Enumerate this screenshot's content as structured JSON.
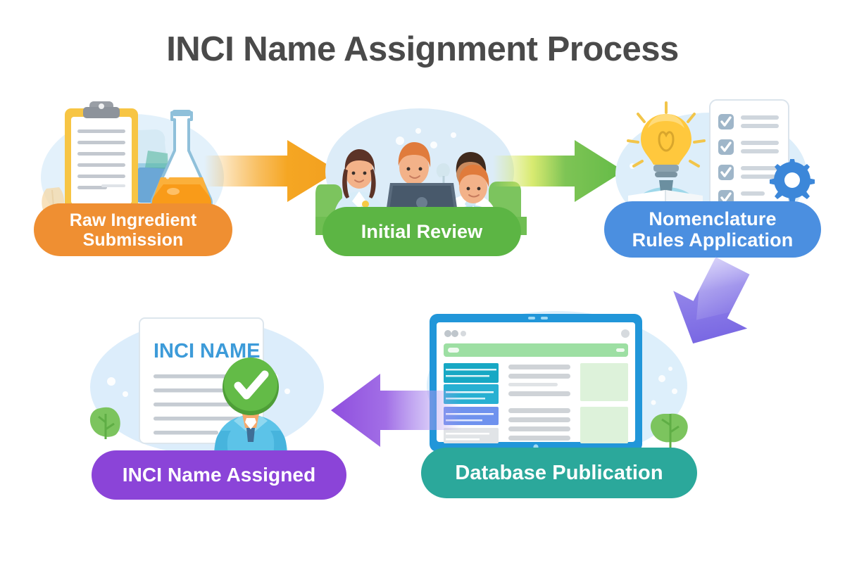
{
  "page": {
    "title": "INCI Name Assignment Process",
    "background": "#ffffff",
    "title_color": "#4a4a4a"
  },
  "steps": [
    {
      "id": "raw-ingredient-submission",
      "order": 1,
      "label": "Raw Ingredient Submission",
      "label_line1": "Raw Ingredient",
      "label_line2": "Submission",
      "color": "#ef8f32",
      "icon": "clipboard-and-flask-icon"
    },
    {
      "id": "initial-review",
      "order": 2,
      "label": "Initial Review",
      "color": "#5cb544",
      "icon": "team-meeting-laptop-icon"
    },
    {
      "id": "nomenclature-rules-application",
      "order": 3,
      "label": "Nomenclature Rules Application",
      "label_line1": "Nomenclature",
      "label_line2": "Rules Application",
      "color": "#4b8fe0",
      "icon": "lightbulb-checklist-gear-icon"
    },
    {
      "id": "database-publication",
      "order": 4,
      "label": "Database Publication",
      "color": "#2ba89b",
      "icon": "tablet-webpage-icon"
    },
    {
      "id": "inci-name-assigned",
      "order": 5,
      "label": "INCI Name Assigned",
      "color": "#8b44d8",
      "icon": "certificate-check-person-icon"
    }
  ],
  "connectors": [
    {
      "id": "arrow-1",
      "from": "raw-ingredient-submission",
      "to": "initial-review",
      "direction": "right",
      "color": "#f5a623"
    },
    {
      "id": "arrow-2",
      "from": "initial-review",
      "to": "nomenclature-rules-application",
      "direction": "right",
      "color": "#6cbe4c"
    },
    {
      "id": "arrow-3",
      "from": "nomenclature-rules-application",
      "to": "database-publication",
      "direction": "down-left",
      "color": "#7b68e8"
    },
    {
      "id": "arrow-4",
      "from": "database-publication",
      "to": "inci-name-assigned",
      "direction": "left",
      "color": "#9b5fe0"
    }
  ],
  "artwork": {
    "document_heading": "INCI NAME",
    "document_heading_color": "#3d9bd9",
    "checklist_item_count": 4,
    "clipboard_line_count": 6,
    "document_line_count": 5,
    "blob_color": "#dbeefb",
    "flask_liquid_color": "#f9a825",
    "bulb_color": "#ffc83d",
    "gear_color": "#3c87d9",
    "check_badge_color": "#63bb47",
    "tablet_frame_color": "#2196d9",
    "tablet_navbar_color": "#9ddfa3"
  }
}
